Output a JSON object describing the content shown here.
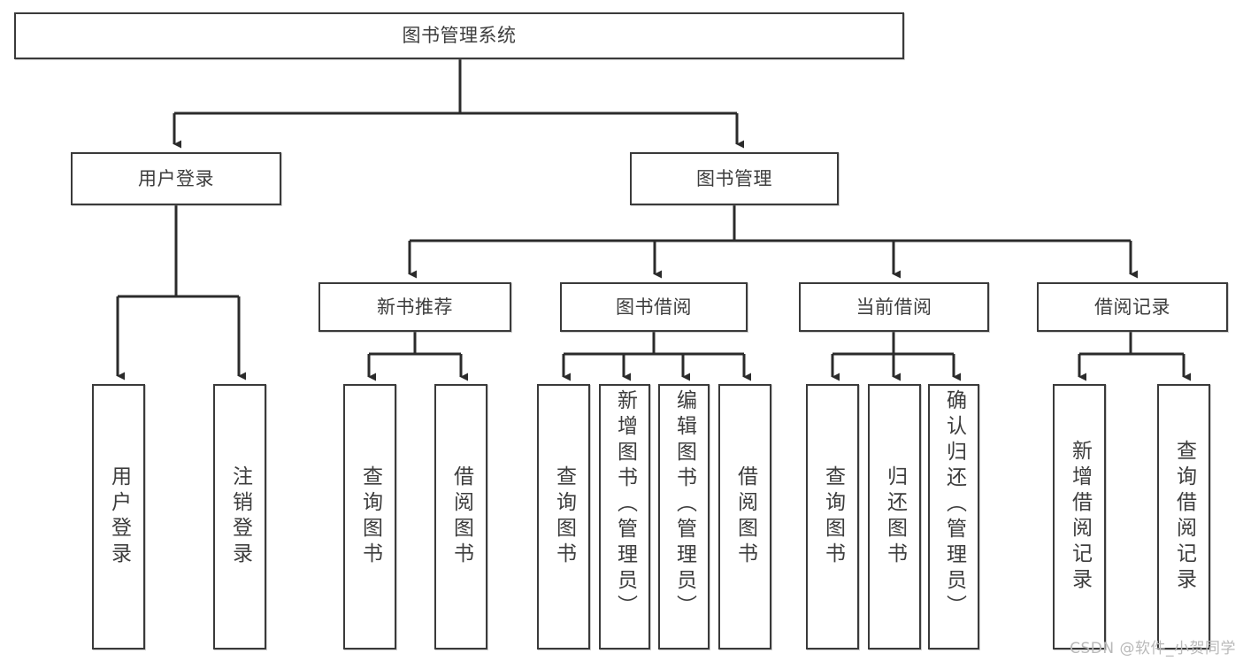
{
  "diagram": {
    "title": "图书管理系统",
    "type": "tree",
    "watermark": "CSDN @软件_小贺同学",
    "colors": {
      "box_border": "#3a3a3a",
      "box_fill": "#ffffff",
      "text": "#3d3d3d",
      "connector": "#2b2b2b",
      "watermark": "#b9b9b9",
      "background": "#ffffff"
    },
    "nodes": {
      "root": {
        "label": "图书管理系统",
        "orientation": "horizontal"
      },
      "level1": [
        {
          "label": "用户登录",
          "orientation": "horizontal"
        },
        {
          "label": "图书管理",
          "orientation": "horizontal"
        }
      ],
      "level2": [
        {
          "label": "新书推荐",
          "orientation": "horizontal"
        },
        {
          "label": "图书借阅",
          "orientation": "horizontal"
        },
        {
          "label": "当前借阅",
          "orientation": "horizontal"
        },
        {
          "label": "借阅记录",
          "orientation": "horizontal"
        }
      ],
      "leaves": {
        "user_login": [
          {
            "label": "用户登录",
            "orientation": "vertical"
          },
          {
            "label": "注销登录",
            "orientation": "vertical"
          }
        ],
        "new_book_recommend": [
          {
            "label": "查询图书",
            "orientation": "vertical"
          },
          {
            "label": "借阅图书",
            "orientation": "vertical"
          }
        ],
        "book_borrow": [
          {
            "label": "查询图书",
            "orientation": "vertical"
          },
          {
            "label": "新增图书（管理员）",
            "orientation": "vertical"
          },
          {
            "label": "编辑图书（管理员）",
            "orientation": "vertical"
          },
          {
            "label": "借阅图书",
            "orientation": "vertical"
          }
        ],
        "current_borrow": [
          {
            "label": "查询图书",
            "orientation": "vertical"
          },
          {
            "label": "归还图书",
            "orientation": "vertical"
          },
          {
            "label": "确认归还（管理员）",
            "orientation": "vertical"
          }
        ],
        "borrow_record": [
          {
            "label": "新增借阅记录",
            "orientation": "vertical"
          },
          {
            "label": "查询借阅记录",
            "orientation": "vertical"
          }
        ]
      }
    }
  }
}
